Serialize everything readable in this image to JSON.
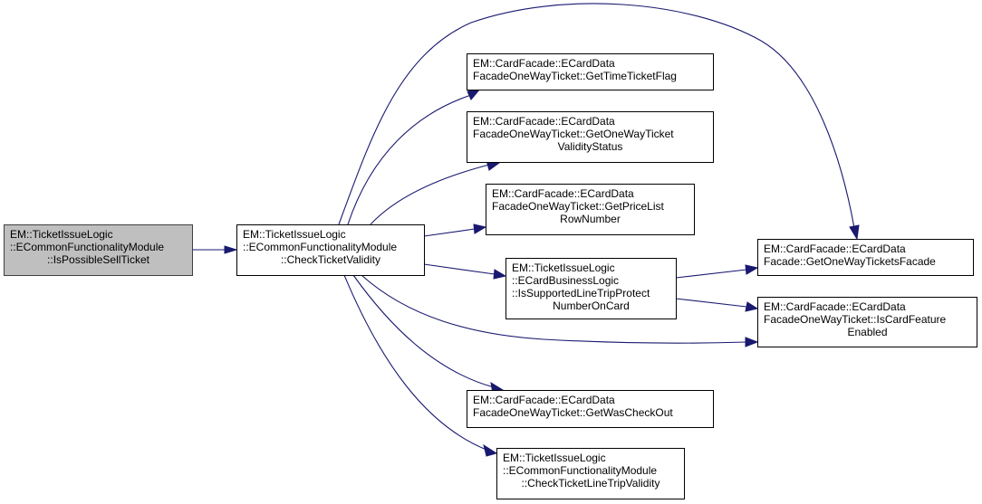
{
  "diagram": {
    "type": "call-graph",
    "colors": {
      "edge": "#191970",
      "root_fill": "#bfbfbf",
      "node_fill": "#ffffff",
      "border": "#000000"
    },
    "nodes": [
      {
        "id": "n0",
        "root": true,
        "lines": [
          "EM::TicketIssueLogic",
          "::ECommonFunctionalityModule",
          "::IsPossibleSellTicket"
        ]
      },
      {
        "id": "n1",
        "root": false,
        "lines": [
          "EM::TicketIssueLogic",
          "::ECommonFunctionalityModule",
          "::CheckTicketValidity"
        ]
      },
      {
        "id": "n2",
        "root": false,
        "lines": [
          "EM::CardFacade::ECardData",
          "FacadeOneWayTicket::GetTimeTicketFlag"
        ]
      },
      {
        "id": "n3",
        "root": false,
        "lines": [
          "EM::CardFacade::ECardData",
          "FacadeOneWayTicket::GetOneWayTicket",
          "ValidityStatus"
        ]
      },
      {
        "id": "n4",
        "root": false,
        "lines": [
          "EM::CardFacade::ECardData",
          "FacadeOneWayTicket::GetPriceList",
          "RowNumber"
        ]
      },
      {
        "id": "n5",
        "root": false,
        "lines": [
          "EM::TicketIssueLogic",
          "::ECardBusinessLogic",
          "::IsSupportedLineTripProtect",
          "NumberOnCard"
        ]
      },
      {
        "id": "n6",
        "root": false,
        "lines": [
          "EM::CardFacade::ECardData",
          "Facade::GetOneWayTicketsFacade"
        ]
      },
      {
        "id": "n7",
        "root": false,
        "lines": [
          "EM::CardFacade::ECardData",
          "FacadeOneWayTicket::IsCardFeature",
          "Enabled"
        ]
      },
      {
        "id": "n8",
        "root": false,
        "lines": [
          "EM::CardFacade::ECardData",
          "FacadeOneWayTicket::GetWasCheckOut"
        ]
      },
      {
        "id": "n9",
        "root": false,
        "lines": [
          "EM::TicketIssueLogic",
          "::ECommonFunctionalityModule",
          "::CheckTicketLineTripValidity"
        ]
      }
    ],
    "edges": [
      {
        "from": "n0",
        "to": "n1"
      },
      {
        "from": "n1",
        "to": "n6"
      },
      {
        "from": "n1",
        "to": "n2"
      },
      {
        "from": "n1",
        "to": "n3"
      },
      {
        "from": "n1",
        "to": "n4"
      },
      {
        "from": "n1",
        "to": "n5"
      },
      {
        "from": "n1",
        "to": "n7"
      },
      {
        "from": "n1",
        "to": "n8"
      },
      {
        "from": "n1",
        "to": "n9"
      },
      {
        "from": "n5",
        "to": "n6"
      },
      {
        "from": "n5",
        "to": "n7"
      }
    ]
  }
}
